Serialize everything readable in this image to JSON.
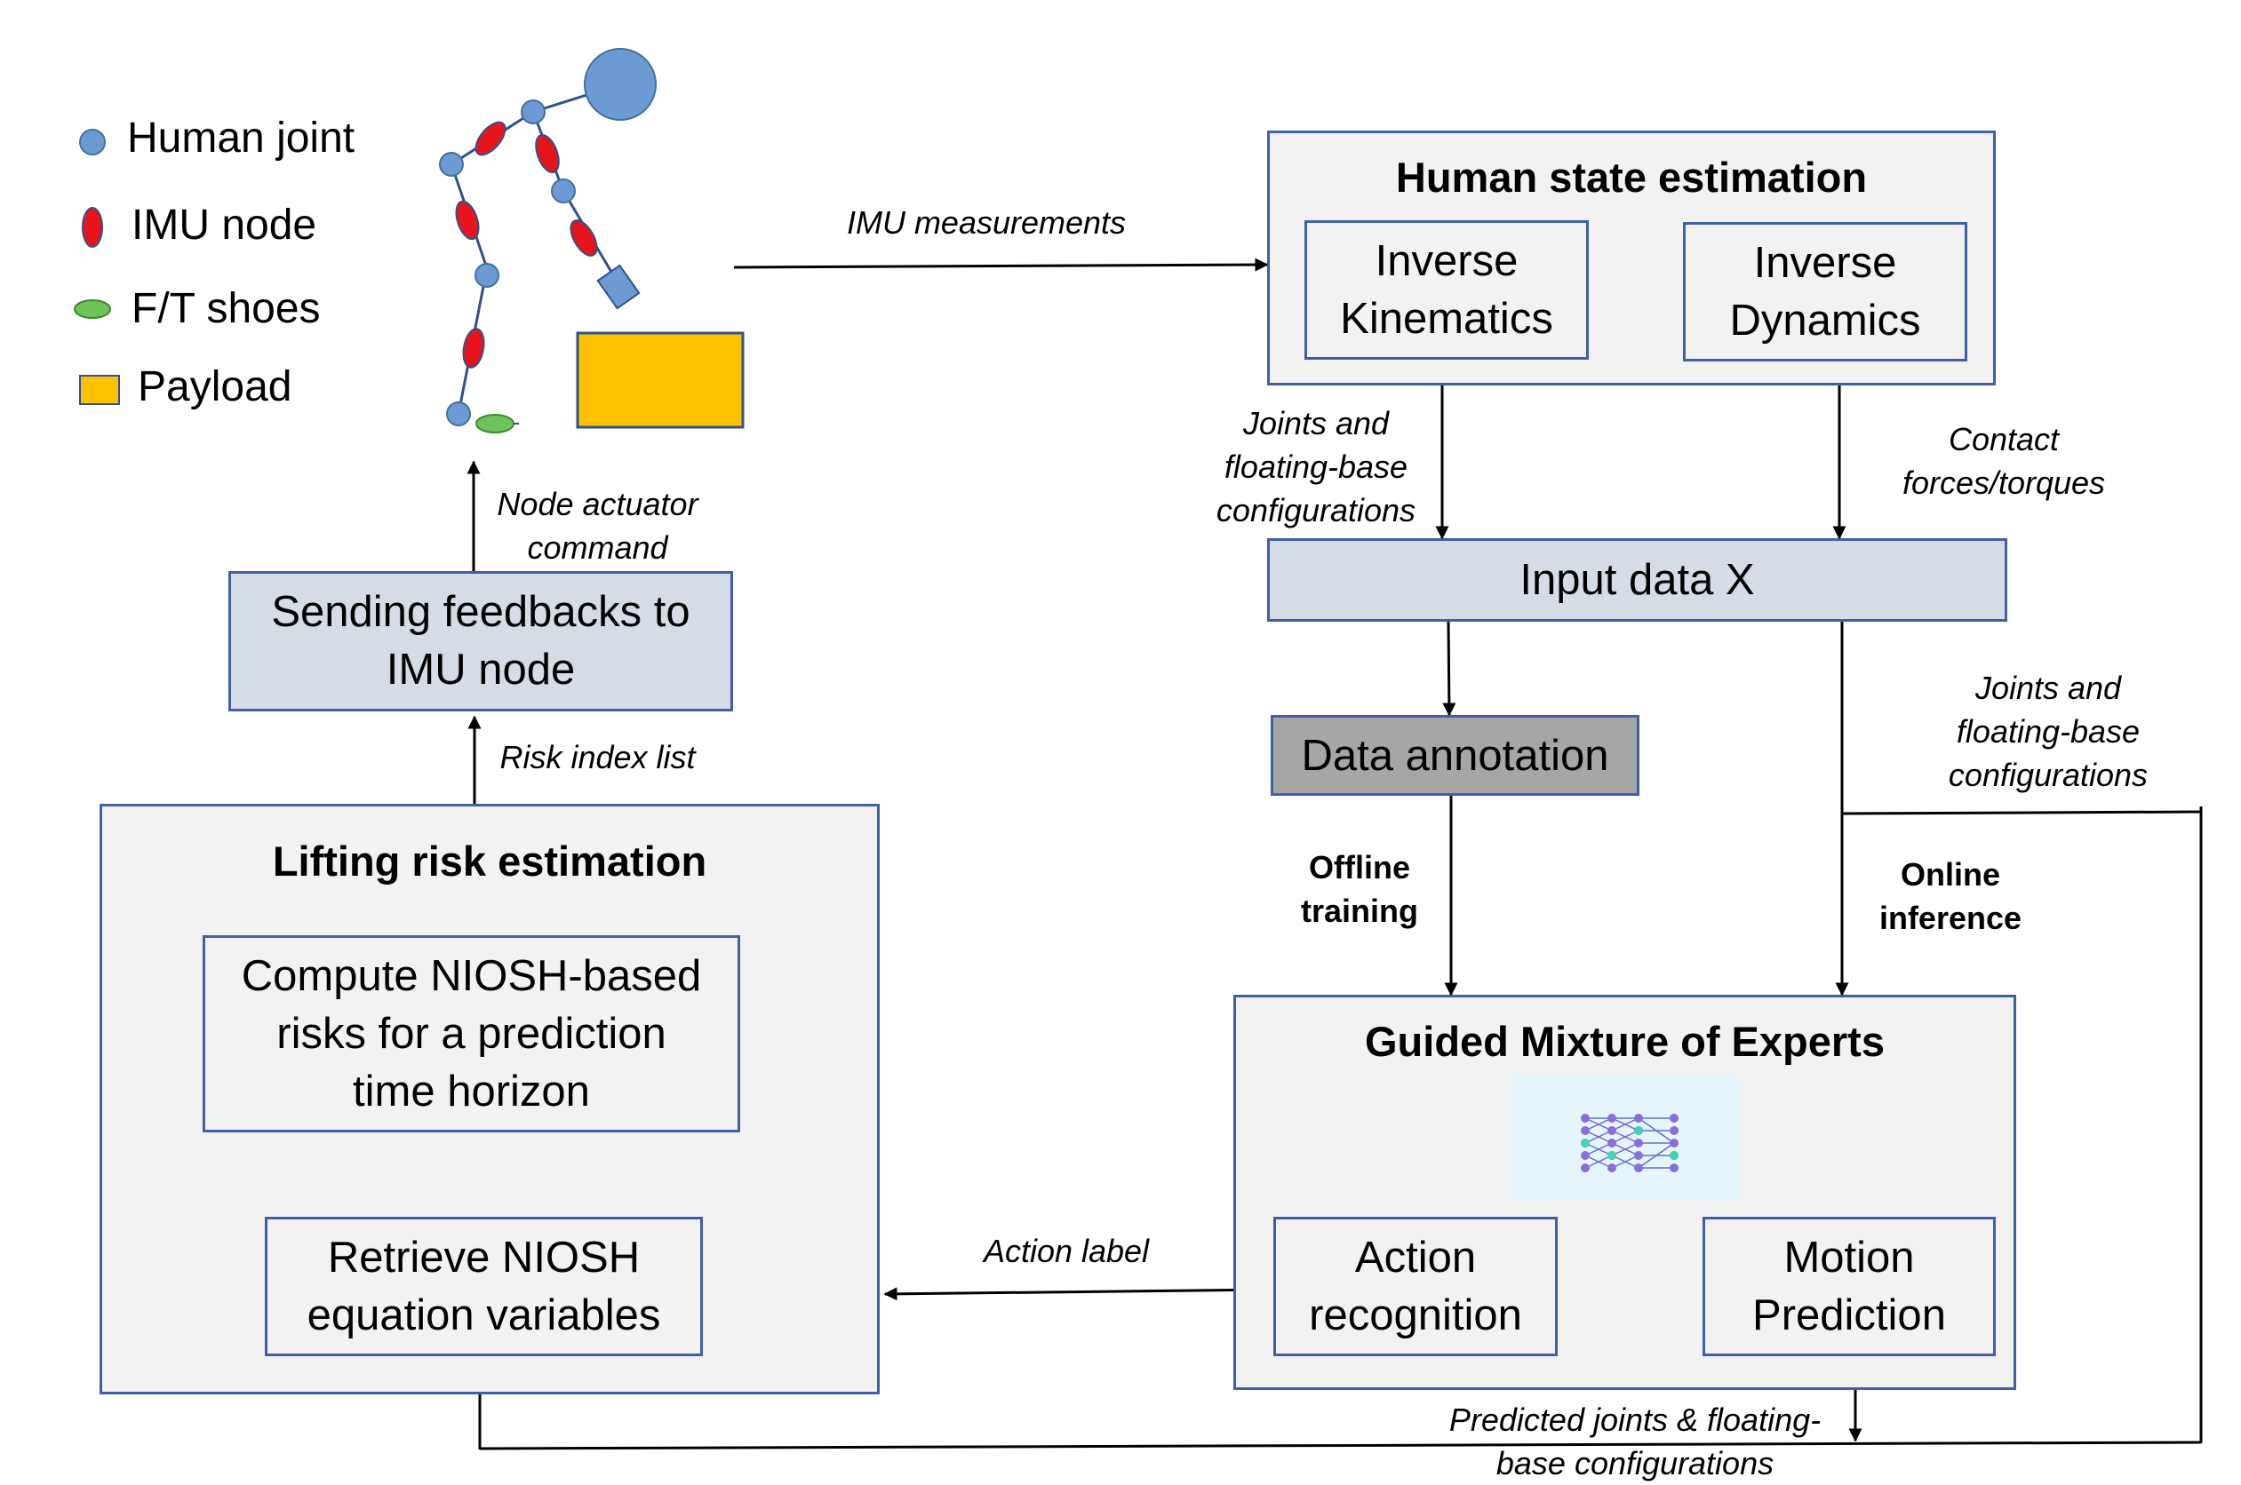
{
  "legend": {
    "human_joint": "Human joint",
    "imu_node": "IMU node",
    "ft_shoes": "F/T shoes",
    "payload": "Payload"
  },
  "arrows": {
    "imu_measurements": "IMU measurements",
    "node_actuator_command": "Node actuator\ncommand",
    "risk_index_list": "Risk index list",
    "joints_fb_left": "Joints and\nfloating-base\nconfigurations",
    "contact_forces": "Contact\nforces/torques",
    "joints_fb_right": "Joints and\nfloating-base\nconfigurations",
    "offline_training": "Offline\ntraining",
    "online_inference": "Online\ninference",
    "action_label": "Action label",
    "predicted_joints": "Predicted joints & floating-\nbase configurations"
  },
  "human_state": {
    "title": "Human state estimation",
    "inverse_kinematics": "Inverse\nKinematics",
    "inverse_dynamics": "Inverse\nDynamics"
  },
  "input_data": "Input data X",
  "data_annotation": "Data annotation",
  "gmoe": {
    "title": "Guided Mixture of Experts",
    "action_recognition": "Action\nrecognition",
    "motion_prediction": "Motion\nPrediction"
  },
  "feedback": "Sending feedbacks to\nIMU node",
  "lifting": {
    "title": "Lifting risk estimation",
    "compute": "Compute NIOSH-based\nrisks for a prediction\ntime horizon",
    "retrieve": "Retrieve NIOSH\nequation variables"
  },
  "colors": {
    "box_border": "#3f5fa8",
    "box_fill": "#f2f2f2",
    "input_fill": "#d6dce5",
    "annotation_fill": "#a6a6a6",
    "joint": "#6b9bd2",
    "imu": "#e8141c",
    "shoe": "#70c35a",
    "payload": "#ffc000"
  }
}
